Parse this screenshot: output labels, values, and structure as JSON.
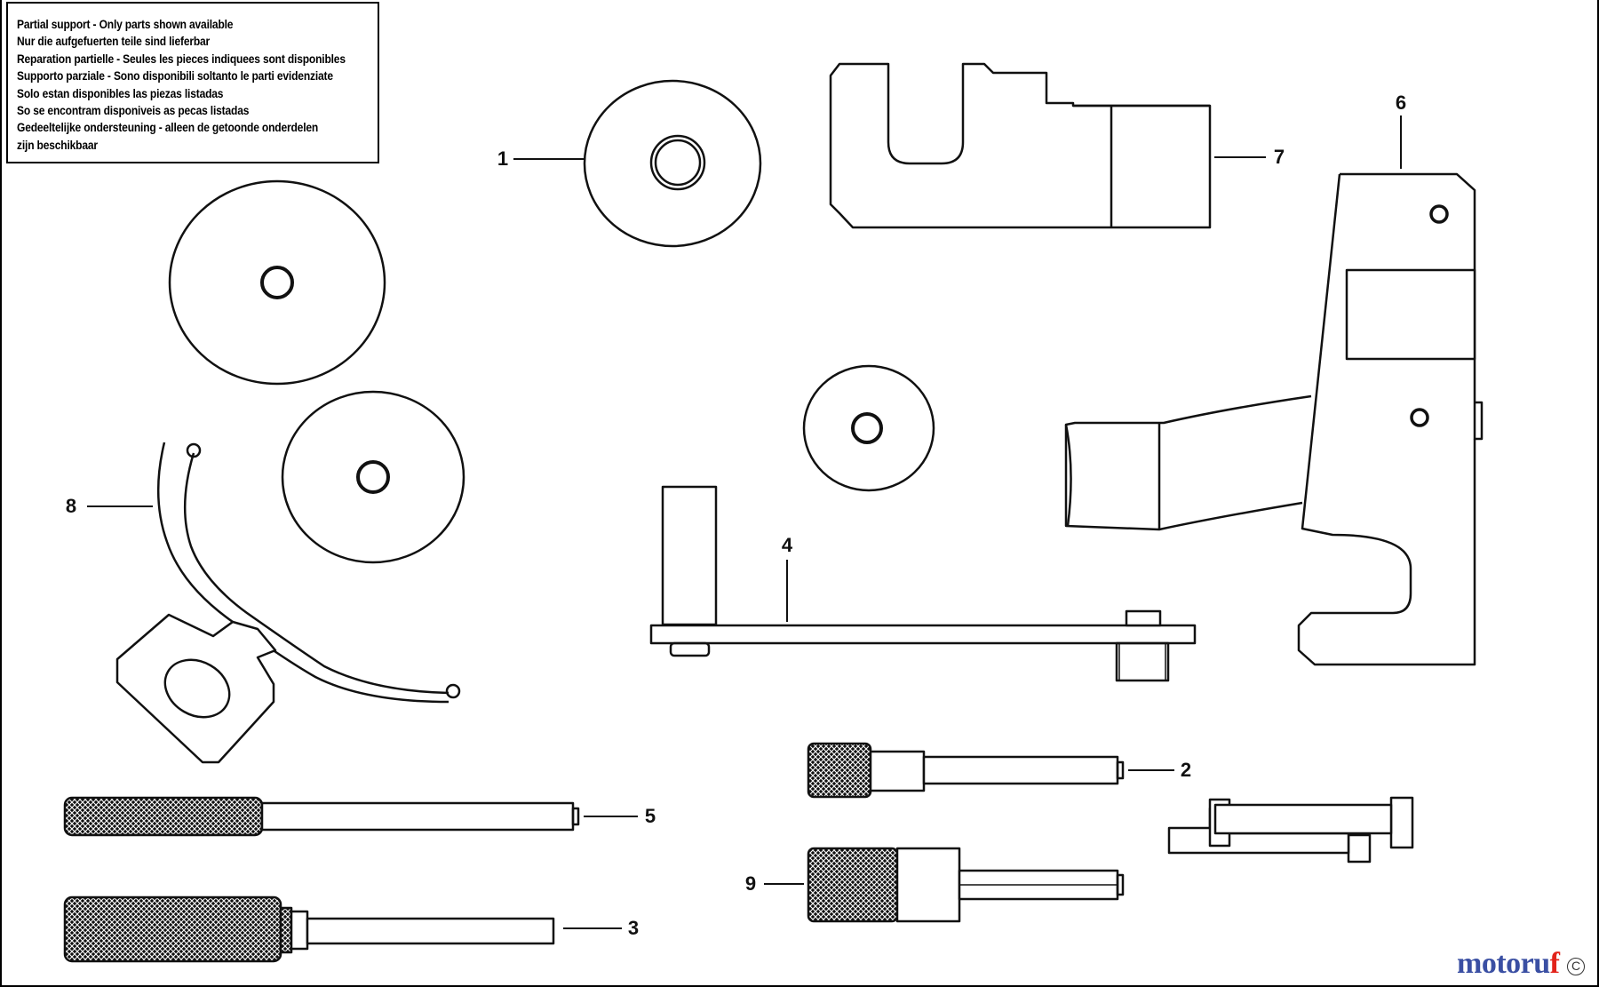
{
  "notice": {
    "lines": [
      "Partial support - Only parts shown available",
      "Nur die aufgefuerten teile sind lieferbar",
      "Reparation partielle - Seules les pieces indiquees sont disponibles",
      "Supporto parziale - Sono disponibili soltanto le parti evidenziate",
      "Solo estan disponibles las piezas listadas",
      "So se encontram disponiveis as pecas listadas",
      "Gedeeltelijke ondersteuning - alleen de getoonde onderdelen",
      "zijn beschikbaar"
    ]
  },
  "callouts": {
    "c1": "1",
    "c2": "2",
    "c3": "3",
    "c4": "4",
    "c5": "5",
    "c6": "6",
    "c7": "7",
    "c8": "8",
    "c9": "9"
  },
  "brand": {
    "name_start": "motoru",
    "name_end": "f",
    "copyright": "C",
    "colors": {
      "primary": "#3a4fa3",
      "accent": "#e2231a",
      "orange": "#f39200",
      "green": "#5aa02c"
    }
  }
}
